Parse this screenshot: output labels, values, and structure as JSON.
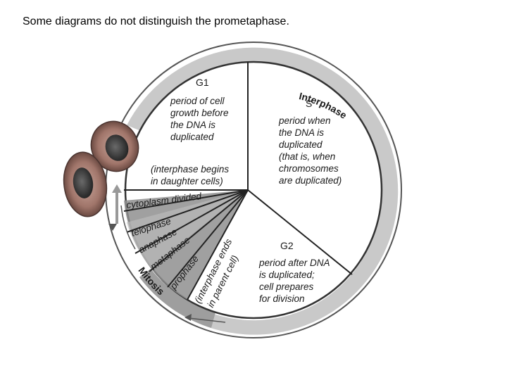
{
  "caption": "Some diagrams do not distinguish the prometaphase.",
  "ring": {
    "interphase_label": "Interphase",
    "mitosis_label": "Mitosis"
  },
  "g1": {
    "heading": "G1",
    "description": [
      "period of cell",
      "growth before",
      "the DNA is",
      "duplicated"
    ],
    "note": [
      "(interphase begins",
      "in daughter cells)"
    ]
  },
  "s": {
    "heading": "S",
    "description": [
      "period when",
      "the DNA is",
      "duplicated",
      "(that is, when",
      "chromosomes",
      "are duplicated)"
    ]
  },
  "g2": {
    "heading": "G2",
    "description": [
      "period after DNA",
      "is duplicated;",
      "cell prepares",
      "for division"
    ]
  },
  "mitosis_stages": {
    "cytokinesis": "cytoplasm divided",
    "telophase": "telophase",
    "anaphase": "anaphase",
    "metaphase": "metaphase",
    "prophase": "prophase",
    "interphase_end": [
      "(interphase ends",
      "in parent cell)"
    ]
  },
  "colors": {
    "ring_fill": "#b8b8b8",
    "ring_band": "#d6d6d6",
    "disc_fill": "#ffffff",
    "cell_outer": "#8a5a4e",
    "cell_nucleus": "#3a3a3a",
    "arrow": "#b0b0b0"
  }
}
